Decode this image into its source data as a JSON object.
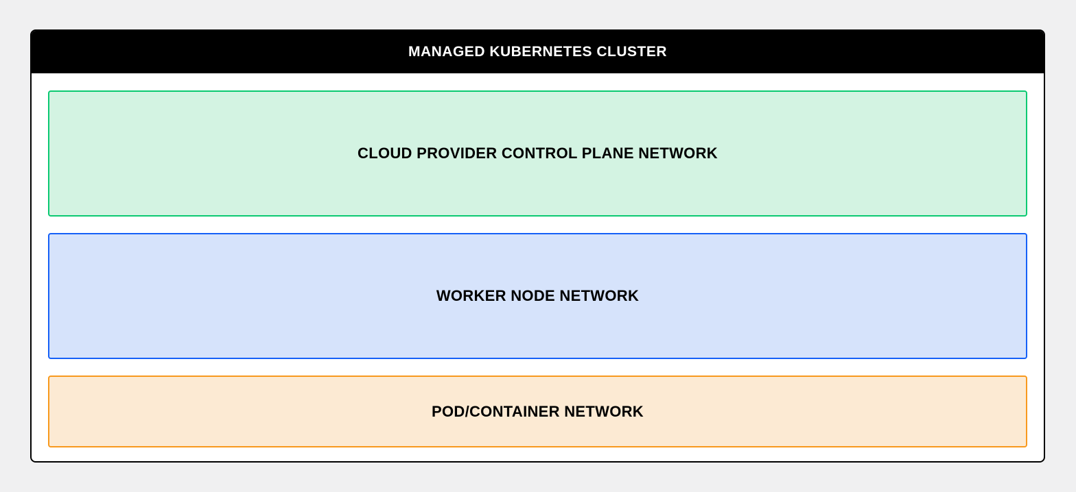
{
  "diagram": {
    "title": "MANAGED KUBERNETES CLUSTER",
    "header_bg": "#000000",
    "header_text_color": "#ffffff",
    "card_bg": "#ffffff",
    "card_border": "#000000",
    "page_bg": "#f0f0f1",
    "layers": [
      {
        "id": "control-plane",
        "label": "CLOUD PROVIDER CONTROL PLANE NETWORK",
        "bg": "#d3f3e2",
        "border": "#0ac971"
      },
      {
        "id": "worker-node",
        "label": "WORKER NODE NETWORK",
        "bg": "#d6e3fb",
        "border": "#1560f7"
      },
      {
        "id": "pod-container",
        "label": "POD/CONTAINER NETWORK",
        "bg": "#fcead3",
        "border": "#f8991d"
      }
    ]
  }
}
